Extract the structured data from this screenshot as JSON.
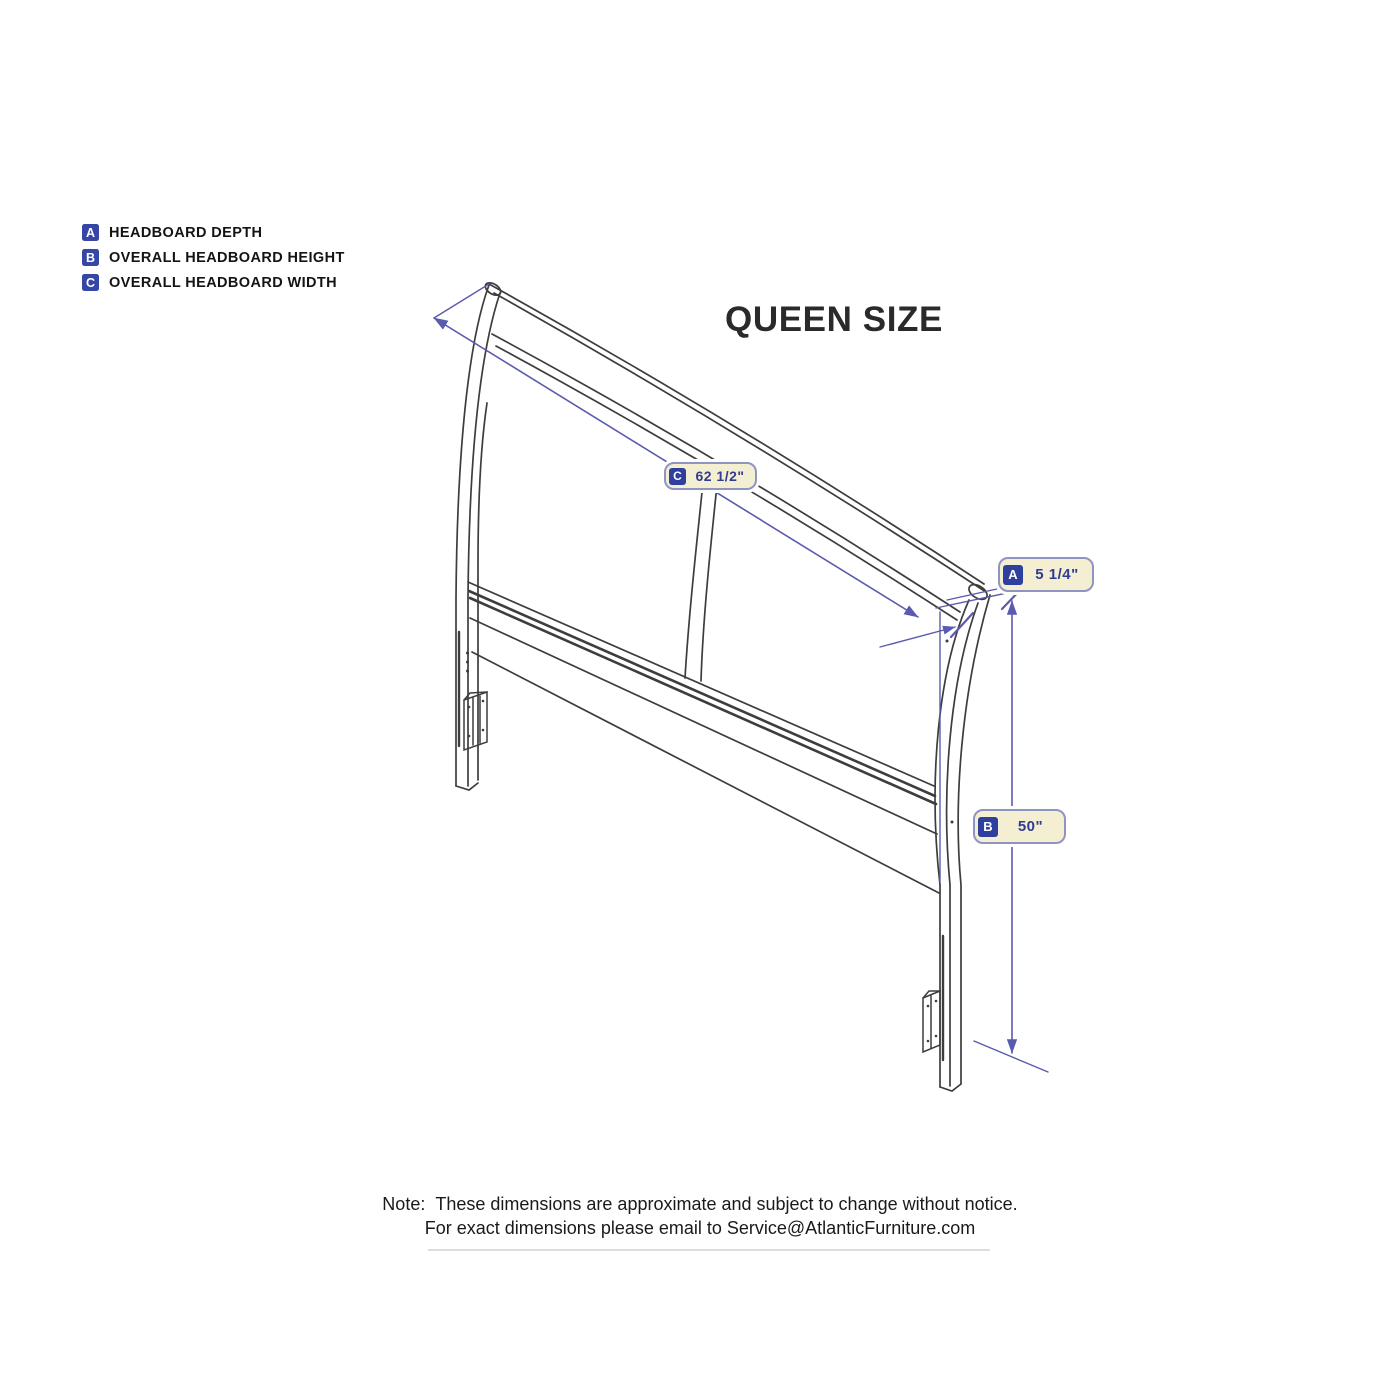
{
  "title": "QUEEN SIZE",
  "legend": {
    "items": [
      {
        "key": "A",
        "label": "HEADBOARD DEPTH"
      },
      {
        "key": "B",
        "label": "OVERALL HEADBOARD HEIGHT"
      },
      {
        "key": "C",
        "label": "OVERALL HEADBOARD WIDTH"
      }
    ]
  },
  "dimensions": {
    "width": {
      "key": "C",
      "value": "62 1/2\""
    },
    "depth": {
      "key": "A",
      "value": "5 1/4\""
    },
    "height": {
      "key": "B",
      "value": "50\""
    }
  },
  "note": {
    "prefix": "Note:",
    "line1": "These dimensions are approximate and subject to change without notice.",
    "line2": "For exact dimensions please email to Service@AtlanticFurniture.com"
  },
  "colors": {
    "accent": "#5a5aae",
    "line": "#3d3d3d",
    "label-bg": "#f4efd3",
    "label-border": "#9094c2",
    "badge": "#2e3f9e",
    "legend-badge": "#3546a5",
    "value-text": "#2f3c94"
  }
}
